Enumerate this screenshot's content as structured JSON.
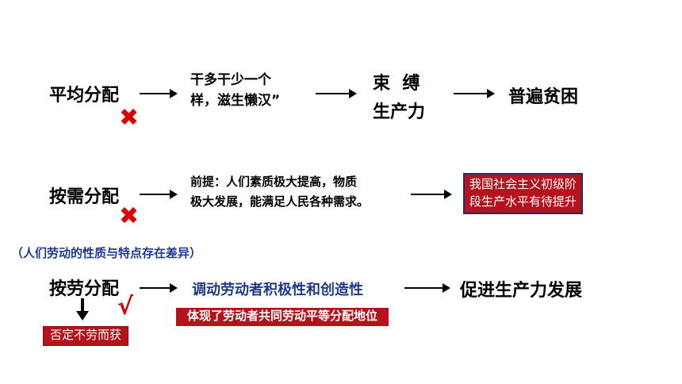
{
  "row1": {
    "term": "平均分配",
    "desc_line1": "干多干少一个",
    "desc_line2": "样，滋生懒汉”",
    "mid_line1": "束  缚",
    "mid_line2": "生产力",
    "result": "普遍贫困"
  },
  "row2": {
    "term": "按需分配",
    "desc_line1": "前提：人们素质极大提高，物质",
    "desc_line2": "极大发展，能满足人民各种需求。",
    "box_line1": "我国社会主义初级阶",
    "box_line2": "段生产水平有待提升"
  },
  "note": "（人们劳动的性质与特点存在差异）",
  "row3": {
    "term": "按劳分配",
    "desc": "调动劳动者积极性和创造性",
    "result": "促进生产力发展",
    "box_below_desc": "体现了劳动者共同劳动平等分配地位",
    "box_below_term": "否定不劳而获"
  },
  "marks": {
    "cross": "✖",
    "check": "√"
  },
  "colors": {
    "red_box": "#b5121b",
    "cross": "#d90000",
    "blue_text": "#1f3a8a"
  }
}
